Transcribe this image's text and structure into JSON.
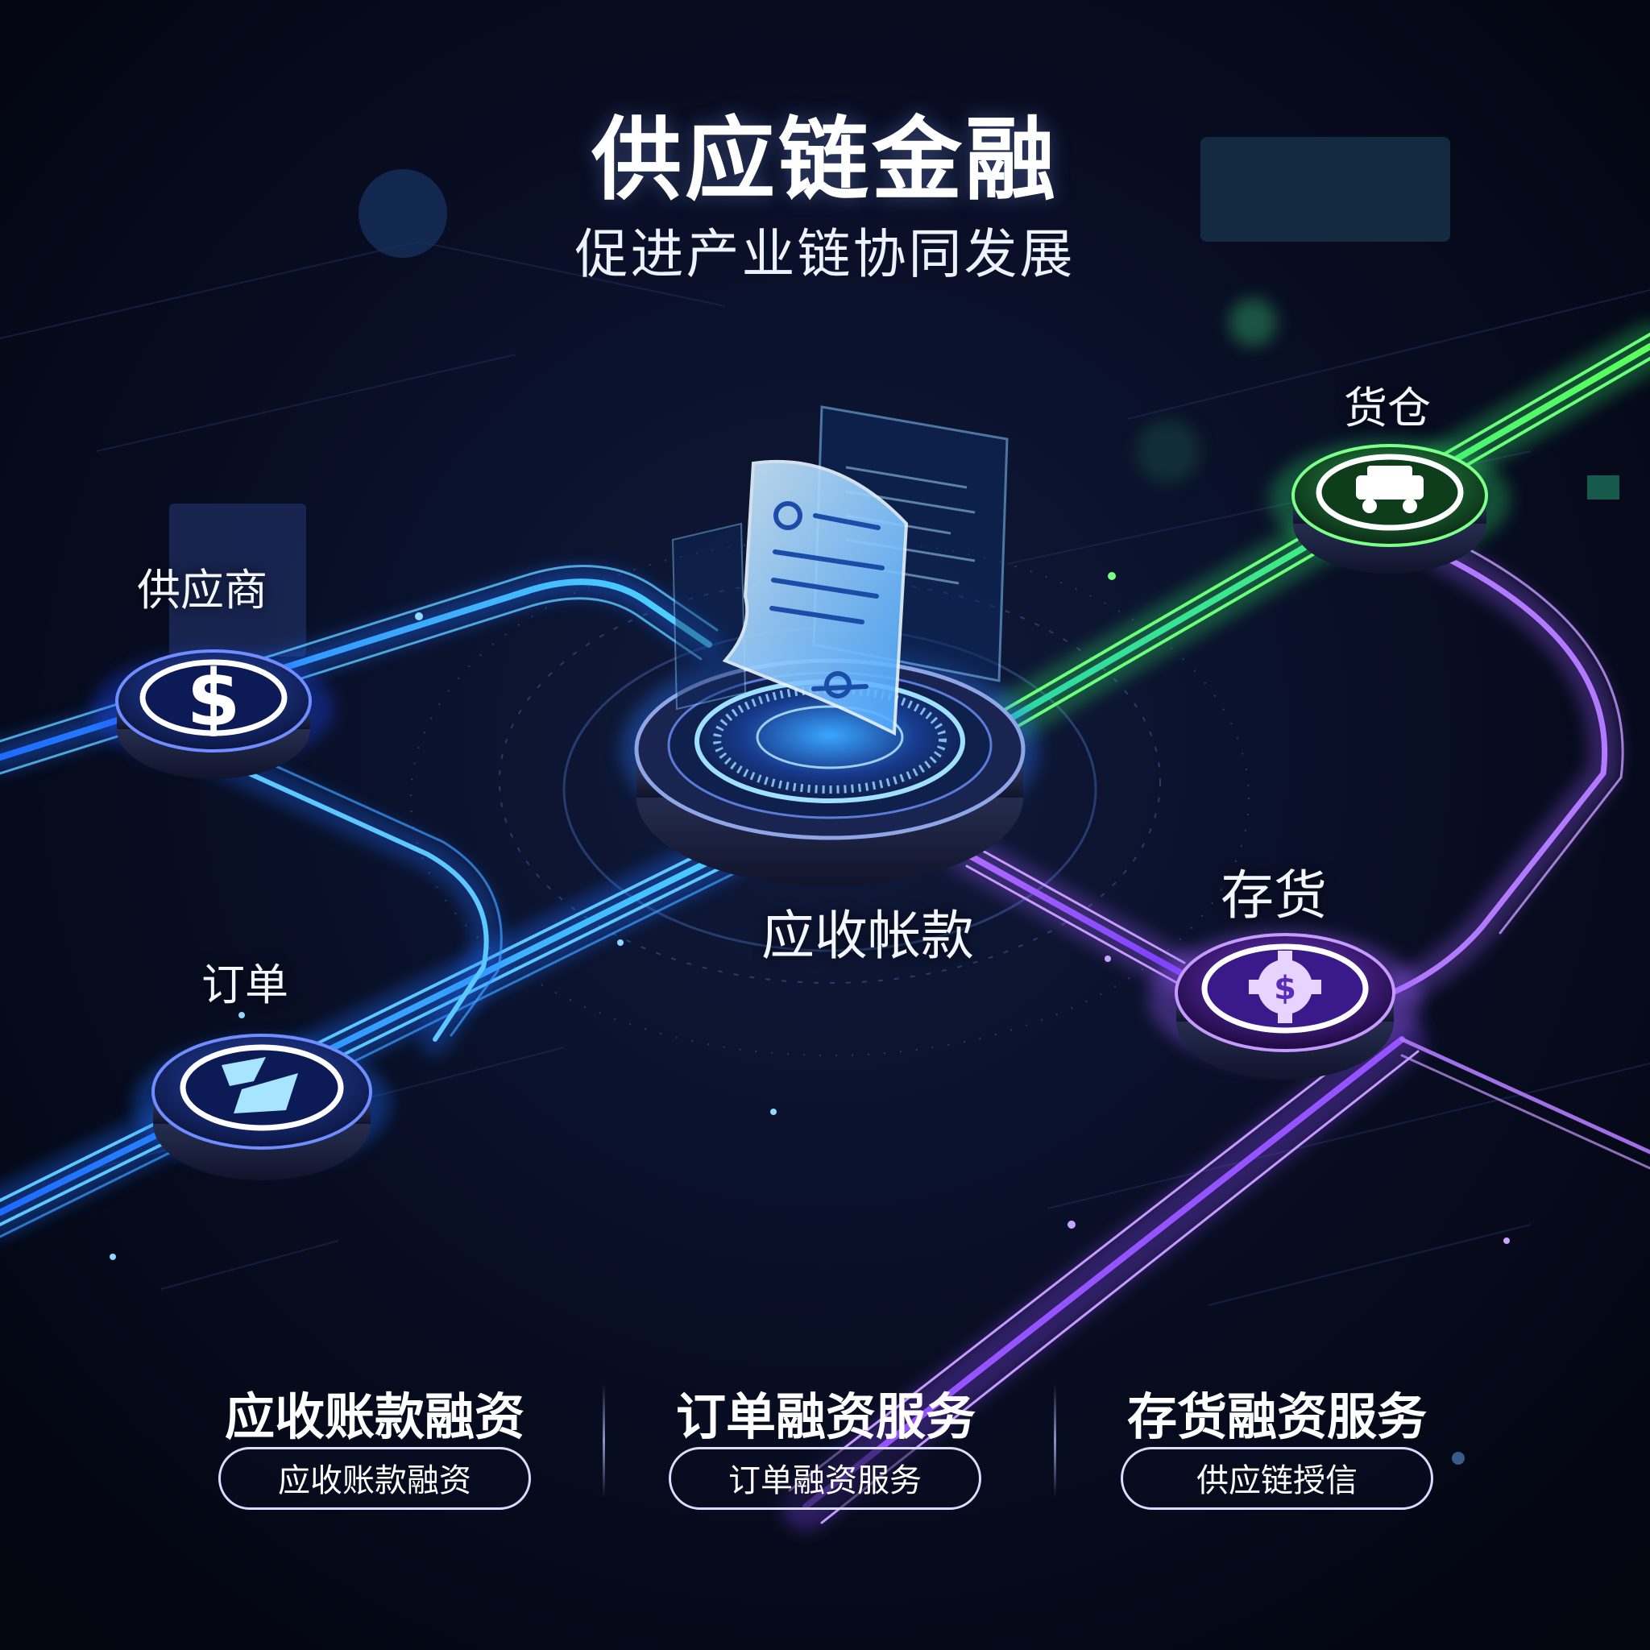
{
  "header": {
    "title": "供应链金融",
    "subtitle": "促进产业链协同发展"
  },
  "nodes": {
    "supplier": "供应商",
    "order": "订单",
    "warehouse": "货仓",
    "inventory": "存货",
    "receivables": "应收帐款"
  },
  "services": [
    {
      "title": "应收账款融资",
      "button": "应收账款融资"
    },
    {
      "title": "订单融资服务",
      "button": "订单融资服务"
    },
    {
      "title": "存货融资服务",
      "button": "供应链授信"
    }
  ],
  "colors": {
    "background": "#05091a",
    "blue_path": "#2f8cff",
    "cyan_glow": "#3fd2ff",
    "green_path": "#3ee86a",
    "purple_path": "#9a5cff"
  },
  "icons": {
    "supplier": "dollar-icon",
    "order": "order-icon",
    "warehouse": "truck-icon",
    "inventory": "gear-dollar-icon",
    "receivables": "document-icon"
  }
}
